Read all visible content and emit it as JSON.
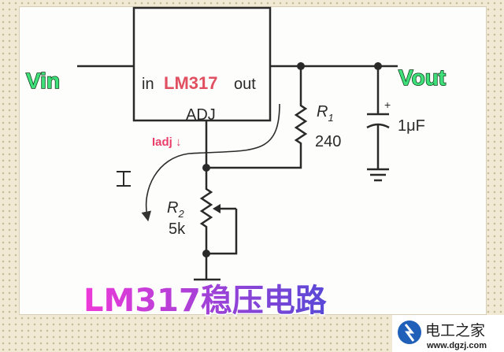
{
  "diagram": {
    "ic_label": "LM317",
    "pin_in": "in",
    "pin_out": "out",
    "pin_adj": "ADJ",
    "vin": "Vin",
    "vout": "Vout",
    "r1_name": "R",
    "r1_sub": "1",
    "r1_value": "240",
    "r2_name": "R",
    "r2_sub": "2",
    "r2_value": "5k",
    "cap_plus": "+",
    "cap_value": "1μF",
    "iadj": "Iadj ↓",
    "current": "I"
  },
  "title": "LM317稳压电路",
  "logo": {
    "name": "电工之家",
    "url": "www.dgzj.com"
  },
  "colors": {
    "vin": "#3ee07a",
    "title_start": "#e83ad8",
    "title_end": "#5a4ad8",
    "ic_label": "#e05060",
    "iadj": "#e8406a",
    "logo_blue": "#2060b8"
  }
}
